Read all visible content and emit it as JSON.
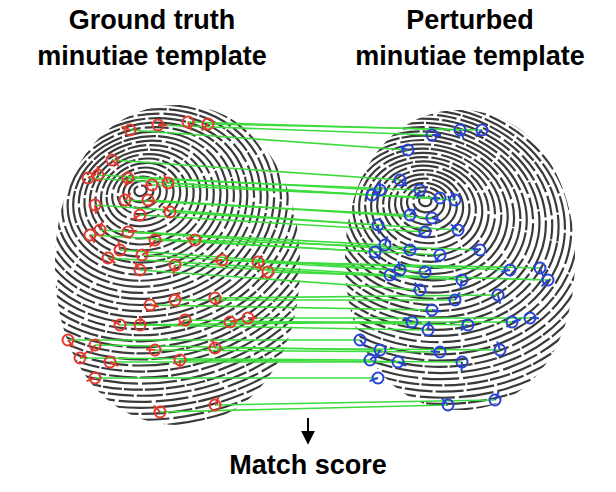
{
  "diagram": {
    "nodes": [
      {
        "text": [
          "Ground truth minutiae template"
        ]
      },
      {
        "text": [
          "Perturbed minutiae template"
        ]
      },
      {
        "text": [
          "Match score"
        ]
      }
    ]
  }
}
